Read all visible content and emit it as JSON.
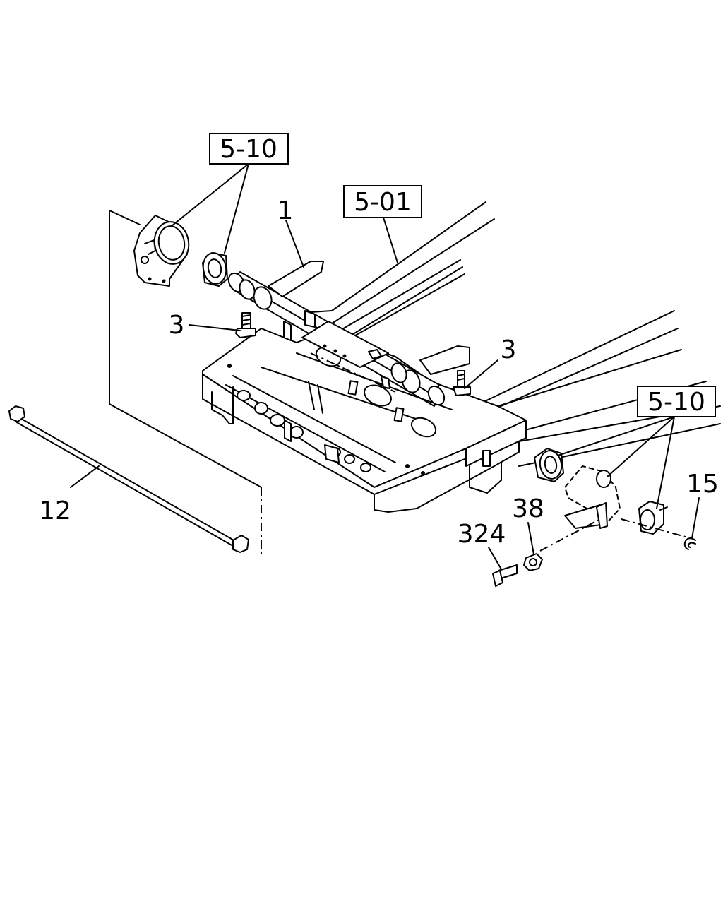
{
  "callouts": {
    "part_1": "1",
    "part_3_left": "3",
    "part_3_right": "3",
    "part_12": "12",
    "part_15": "15",
    "part_38": "38",
    "part_324": "324"
  },
  "references": {
    "ref_5_10_top": "5-10",
    "ref_5_01": "5-01",
    "ref_5_10_right": "5-10"
  }
}
